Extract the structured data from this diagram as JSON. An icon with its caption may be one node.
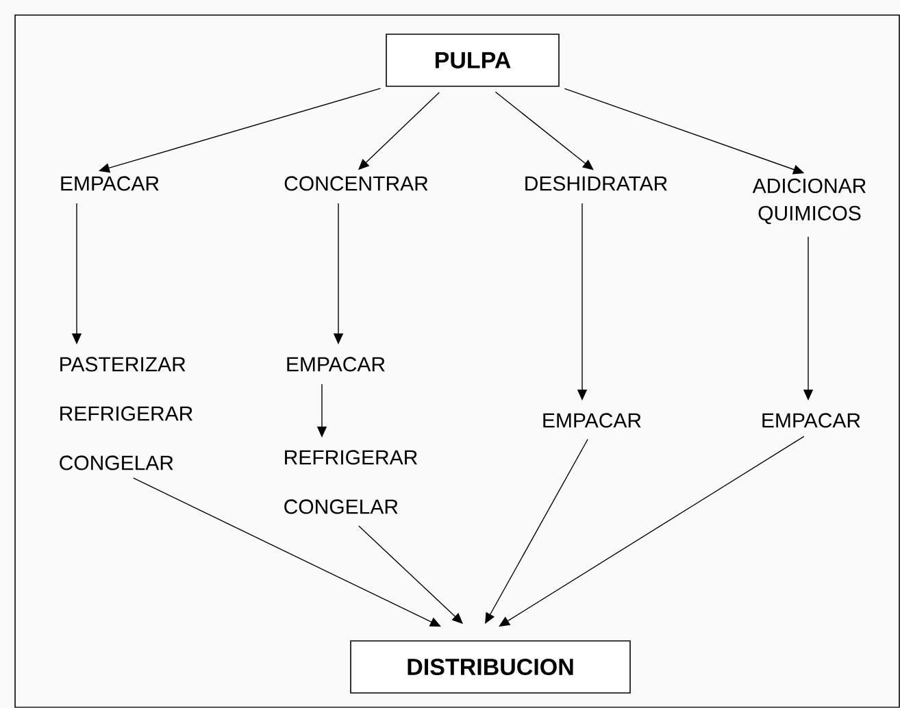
{
  "diagram": {
    "nodes": [
      {
        "text": [
          "PULPA"
        ]
      },
      {
        "text": [
          "EMPACAR"
        ]
      },
      {
        "text": [
          "CONCENTRAR"
        ]
      },
      {
        "text": [
          "DESHIDRATAR"
        ]
      },
      {
        "text": [
          "ADICIONAR QUIMICOS"
        ]
      },
      {
        "text": [
          "PASTERIZAR",
          "REFRIGERAR",
          "CONGELAR"
        ]
      },
      {
        "text": [
          "EMPACAR"
        ]
      },
      {
        "text": [
          "REFRIGERAR",
          "CONGELAR"
        ]
      },
      {
        "text": [
          "EMPACAR"
        ]
      },
      {
        "text": [
          "EMPACAR"
        ]
      },
      {
        "text": [
          "DISTRIBUCION"
        ]
      }
    ],
    "edges": [
      {
        "from": 0,
        "to": 1,
        "arrow": "to"
      },
      {
        "from": 0,
        "to": 2,
        "arrow": "to"
      },
      {
        "from": 0,
        "to": 3,
        "arrow": "to"
      },
      {
        "from": 0,
        "to": 4,
        "arrow": "to"
      },
      {
        "from": 1,
        "to": 5,
        "arrow": "to"
      },
      {
        "from": 2,
        "to": 6,
        "arrow": "to"
      },
      {
        "from": 6,
        "to": 7,
        "arrow": "to"
      },
      {
        "from": 3,
        "to": 8,
        "arrow": "to"
      },
      {
        "from": 4,
        "to": 9,
        "arrow": "to"
      },
      {
        "from": 5,
        "to": 10,
        "arrow": "to"
      },
      {
        "from": 7,
        "to": 10,
        "arrow": "to"
      },
      {
        "from": 8,
        "to": 10,
        "arrow": "to"
      },
      {
        "from": 9,
        "to": 10,
        "arrow": "to"
      }
    ]
  }
}
